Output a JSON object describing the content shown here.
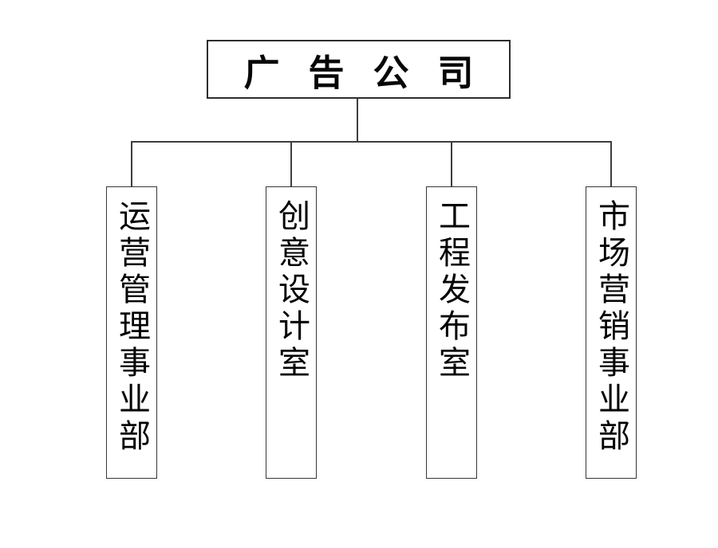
{
  "org_chart": {
    "root": {
      "label": "广告公司"
    },
    "departments": [
      {
        "label": "运营管理事业部"
      },
      {
        "label": "创意设计室"
      },
      {
        "label": "工程发布室"
      },
      {
        "label": "市场营销事业部"
      }
    ]
  },
  "colors": {
    "background": "#ffffff",
    "connector_line": "#3d3d3d",
    "box_border": "#2d2d2d",
    "text": "#000000"
  }
}
